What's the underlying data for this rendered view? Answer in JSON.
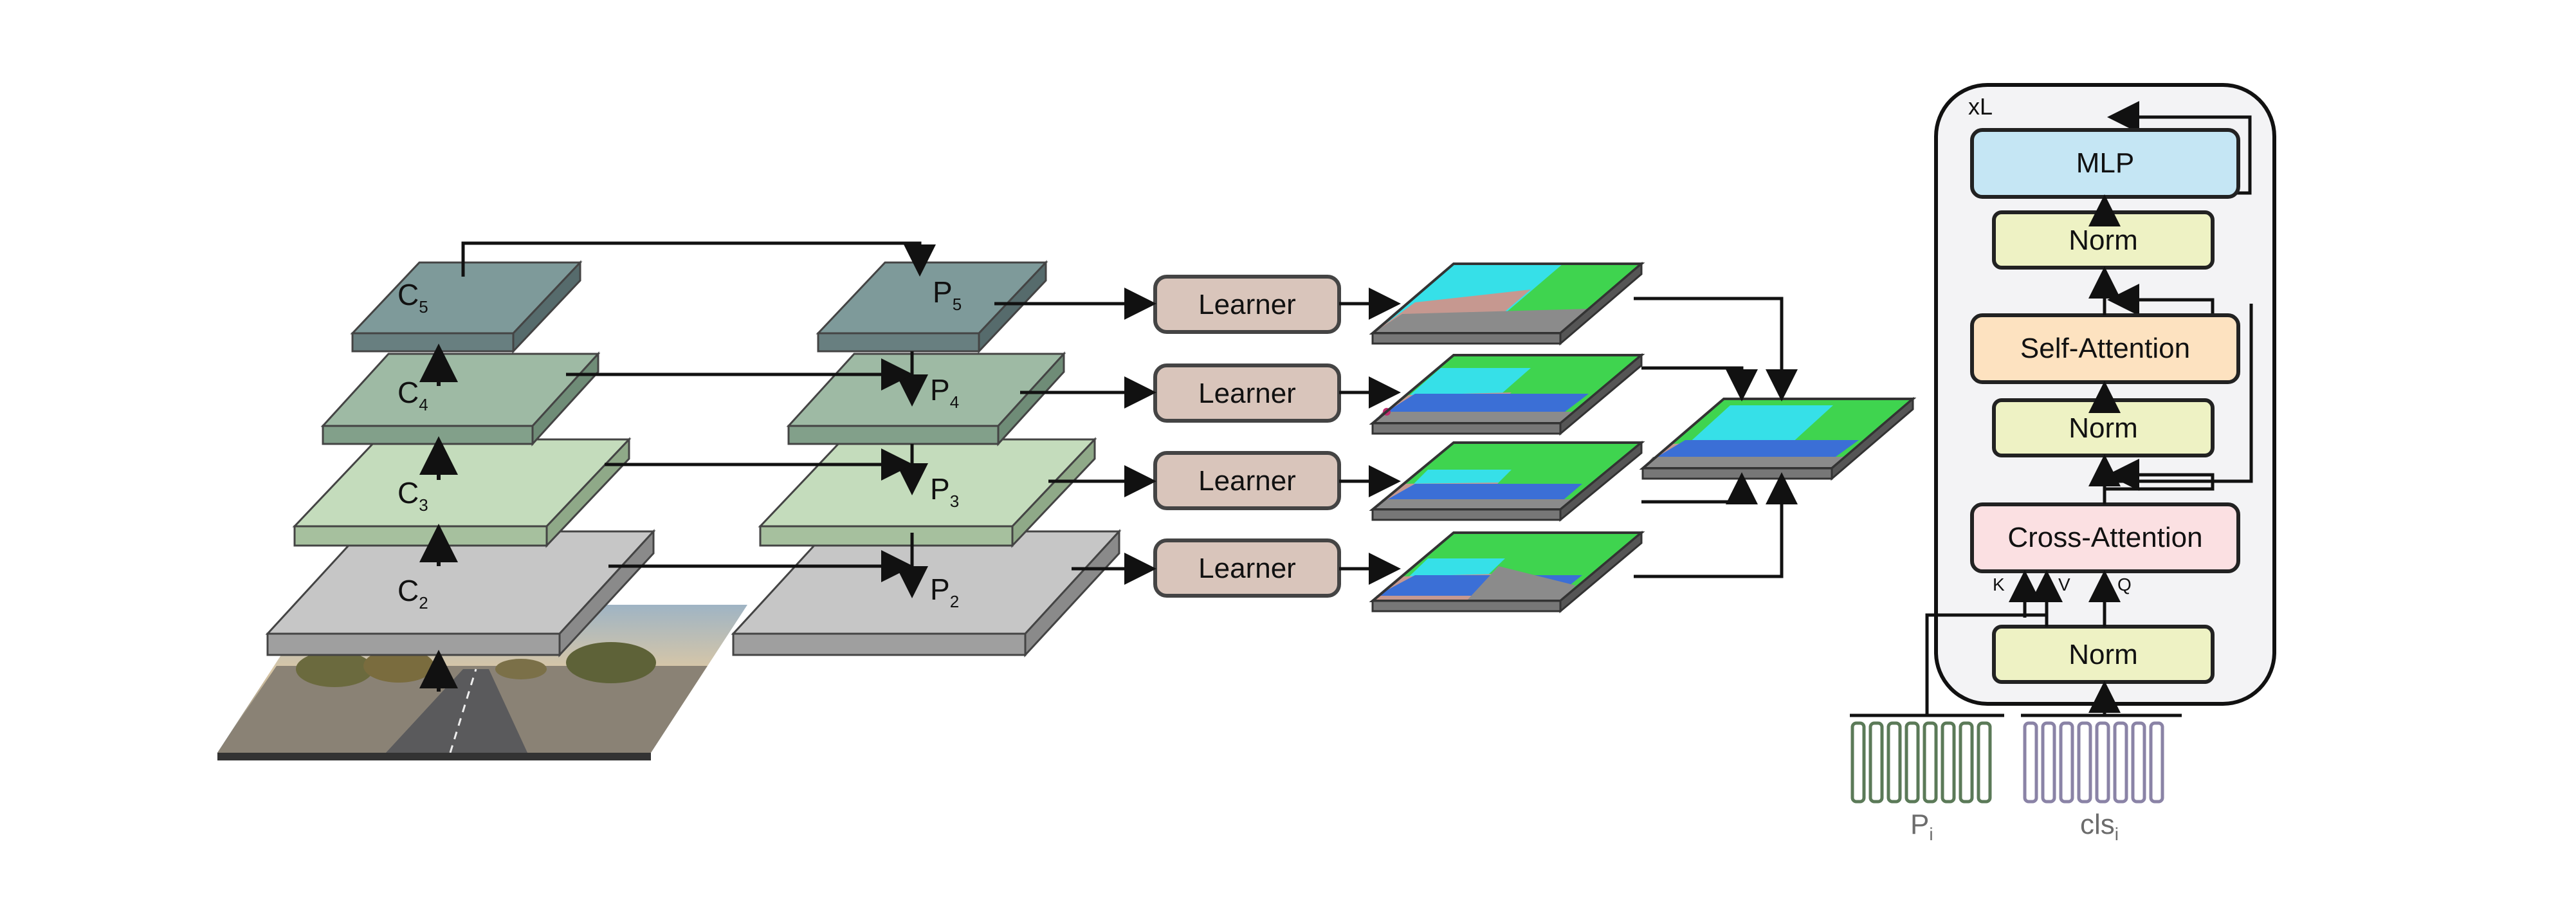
{
  "backbone": {
    "labels": [
      {
        "main": "C",
        "sub": "5"
      },
      {
        "main": "C",
        "sub": "4"
      },
      {
        "main": "C",
        "sub": "3"
      },
      {
        "main": "C",
        "sub": "2"
      }
    ]
  },
  "fpn": {
    "labels": [
      {
        "main": "P",
        "sub": "5"
      },
      {
        "main": "P",
        "sub": "4"
      },
      {
        "main": "P",
        "sub": "3"
      },
      {
        "main": "P",
        "sub": "2"
      }
    ]
  },
  "learners": [
    "Learner",
    "Learner",
    "Learner",
    "Learner"
  ],
  "block": {
    "repeat_label": "xL",
    "mlp": "MLP",
    "norm_top": "Norm",
    "self_attention": "Self-Attention",
    "norm_mid": "Norm",
    "cross_attention": "Cross-Attention",
    "norm_bottom": "Norm",
    "k": "K",
    "v": "V",
    "q": "Q"
  },
  "tokens": {
    "pixel_main": "P",
    "pixel_sub": "i",
    "cls_main": "cls",
    "cls_sub": "i"
  },
  "colors": {
    "c5": "#7e9a9a",
    "c4": "#9ebaa4",
    "c3": "#c4dcbc",
    "c2": "#c6c6c6",
    "learner": "#d9c5bb",
    "mlp": "#c5e6f4",
    "norm": "#eef2c4",
    "self_attention": "#fde2c0",
    "cross_attention": "#fbe0e2",
    "pixel_tokens": "#5b7a58",
    "cls_tokens": "#8a83a6"
  }
}
